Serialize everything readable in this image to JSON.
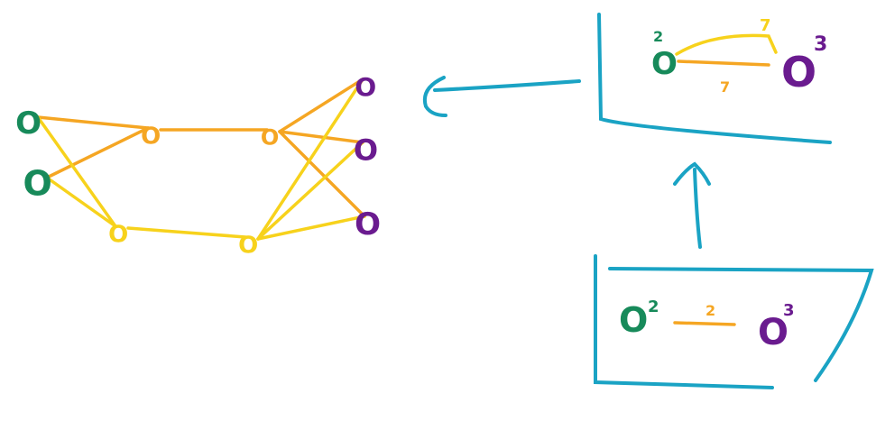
{
  "colors": {
    "source": "#178a5a",
    "sink": "#6a1b8f",
    "cross": "#f5a623",
    "yellow": "#f7d21c",
    "arrow": "#1aa3c4"
  },
  "graph": {
    "nodes": [
      {
        "id": "s1",
        "label": "O",
        "role": "source"
      },
      {
        "id": "s2",
        "label": "O",
        "role": "source"
      },
      {
        "id": "o1",
        "label": "O",
        "role": "orange"
      },
      {
        "id": "o2",
        "label": "O",
        "role": "orange"
      },
      {
        "id": "y1",
        "label": "O",
        "role": "yellow"
      },
      {
        "id": "y2",
        "label": "O",
        "role": "yellow"
      },
      {
        "id": "t1",
        "label": "O",
        "role": "sink"
      },
      {
        "id": "t2",
        "label": "O",
        "role": "sink"
      },
      {
        "id": "t3",
        "label": "O",
        "role": "sink"
      }
    ],
    "edges": [
      {
        "from": "s1",
        "to": "o1",
        "color": "orange"
      },
      {
        "from": "s2",
        "to": "o1",
        "color": "orange"
      },
      {
        "from": "o1",
        "to": "o2",
        "color": "orange"
      },
      {
        "from": "o2",
        "to": "t1",
        "color": "orange"
      },
      {
        "from": "o2",
        "to": "t2",
        "color": "orange"
      },
      {
        "from": "o2",
        "to": "t3",
        "color": "orange"
      },
      {
        "from": "s1",
        "to": "y1",
        "color": "yellow"
      },
      {
        "from": "s2",
        "to": "y1",
        "color": "yellow"
      },
      {
        "from": "y1",
        "to": "y2",
        "color": "yellow"
      },
      {
        "from": "y2",
        "to": "t1",
        "color": "yellow"
      },
      {
        "from": "y2",
        "to": "t2",
        "color": "yellow"
      },
      {
        "from": "y2",
        "to": "t3",
        "color": "yellow"
      }
    ]
  },
  "box_top": {
    "left_node": {
      "label": "O",
      "sup": "2"
    },
    "right_node": {
      "label": "O",
      "sup": "3"
    },
    "yellow_weight": "7",
    "orange_weight": "7"
  },
  "box_bottom": {
    "left_node": {
      "label": "O",
      "sup": "2"
    },
    "right_node": {
      "label": "O",
      "sup": "3"
    },
    "edge_weight": "2"
  }
}
